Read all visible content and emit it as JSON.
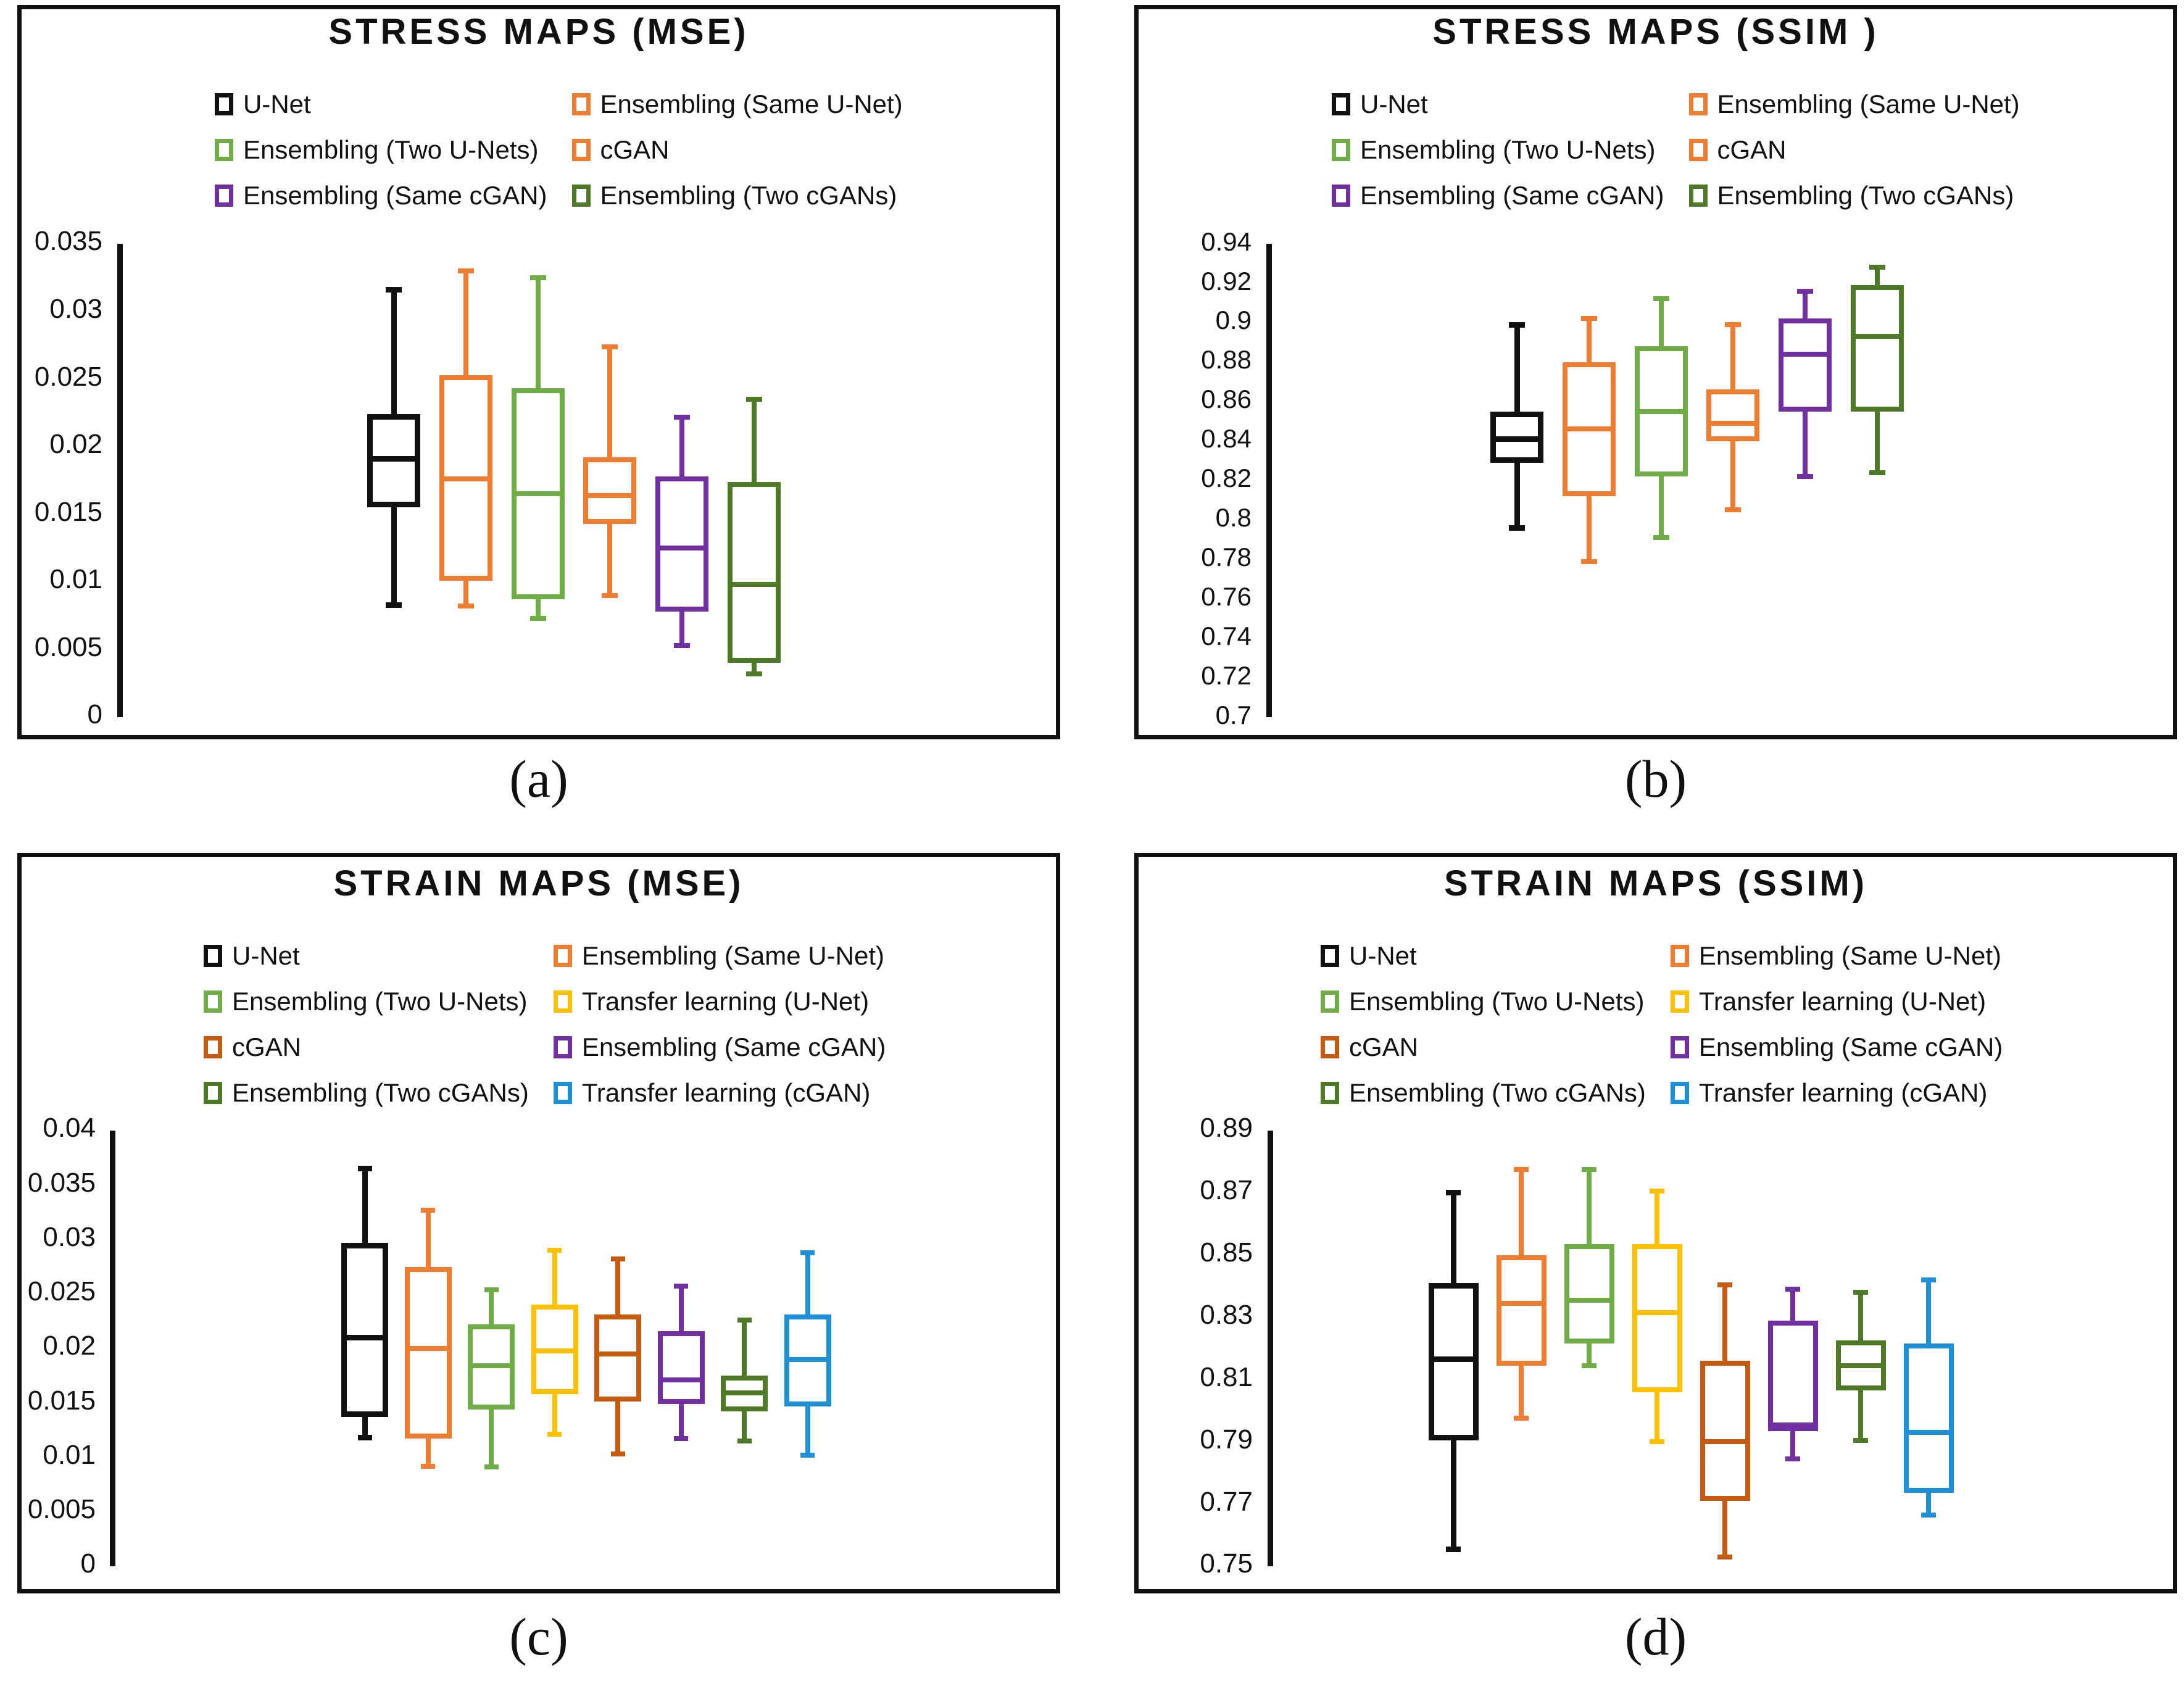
{
  "palette": {
    "black": "#111111",
    "orange_light": "#ED7D31",
    "green_light": "#70AD47",
    "orange_mid": "#ED7D31",
    "purple": "#7030A0",
    "green_dark": "#4E7A27",
    "orange_dark": "#C55A11",
    "yellow": "#FFC000",
    "blue": "#1F8FD8"
  },
  "panels": [
    {
      "id": "a",
      "caption": "(a)",
      "title": "STRESS MAPS (MSE)",
      "legend": [
        {
          "label": "U-Net",
          "color": "#111111"
        },
        {
          "label": "Ensembling (Same U-Net)",
          "color": "#ED7D31"
        },
        {
          "label": "Ensembling (Two U-Nets)",
          "color": "#70AD47"
        },
        {
          "label": "cGAN",
          "color": "#ED7D31"
        },
        {
          "label": "Ensembling (Same cGAN)",
          "color": "#7030A0"
        },
        {
          "label": "Ensembling (Two cGANs)",
          "color": "#4E7A27"
        }
      ],
      "chart_data": {
        "type": "box",
        "title": "STRESS MAPS (MSE)",
        "xlabel": "",
        "ylabel": "",
        "ylim": [
          0,
          0.035
        ],
        "grid": false,
        "legend_position": "top",
        "yticks": [
          "0.035",
          "0.03",
          "0.025",
          "0.02",
          "0.015",
          "0.01",
          "0.005",
          "0"
        ],
        "ytick_values": [
          0.035,
          0.03,
          0.025,
          0.02,
          0.015,
          0.01,
          0.005,
          0
        ],
        "categories": [
          "U-Net",
          "Ensembling (Same U-Net)",
          "Ensembling (Two U-Nets)",
          "cGAN",
          "Ensembling (Same cGAN)",
          "Ensembling (Two cGANs)"
        ],
        "boxes": [
          {
            "name": "U-Net",
            "color": "#111111",
            "min": 0.0083,
            "q1": 0.0155,
            "median": 0.0191,
            "q3": 0.0224,
            "max": 0.0316
          },
          {
            "name": "Ensembling (Same U-Net)",
            "color": "#ED7D31",
            "min": 0.0082,
            "q1": 0.0101,
            "median": 0.0176,
            "q3": 0.0253,
            "max": 0.033
          },
          {
            "name": "Ensembling (Two U-Nets)",
            "color": "#70AD47",
            "min": 0.0073,
            "q1": 0.0087,
            "median": 0.0165,
            "q3": 0.0243,
            "max": 0.0325
          },
          {
            "name": "cGAN",
            "color": "#ED7D31",
            "min": 0.009,
            "q1": 0.0143,
            "median": 0.0164,
            "q3": 0.0192,
            "max": 0.0274
          },
          {
            "name": "Ensembling (Same cGAN)",
            "color": "#7030A0",
            "min": 0.0053,
            "q1": 0.0078,
            "median": 0.0125,
            "q3": 0.0178,
            "max": 0.0222
          },
          {
            "name": "Ensembling (Two cGANs)",
            "color": "#4E7A27",
            "min": 0.0032,
            "q1": 0.004,
            "median": 0.0098,
            "q3": 0.0174,
            "max": 0.0235
          }
        ]
      }
    },
    {
      "id": "b",
      "caption": "(b)",
      "title": "STRESS MAPS (SSIM )",
      "legend": [
        {
          "label": "U-Net",
          "color": "#111111"
        },
        {
          "label": "Ensembling (Same U-Net)",
          "color": "#ED7D31"
        },
        {
          "label": "Ensembling (Two U-Nets)",
          "color": "#70AD47"
        },
        {
          "label": "cGAN",
          "color": "#ED7D31"
        },
        {
          "label": "Ensembling (Same cGAN)",
          "color": "#7030A0"
        },
        {
          "label": "Ensembling (Two cGANs)",
          "color": "#4E7A27"
        }
      ],
      "chart_data": {
        "type": "box",
        "title": "STRESS MAPS (SSIM )",
        "xlabel": "",
        "ylabel": "",
        "ylim": [
          0.7,
          0.94
        ],
        "grid": false,
        "legend_position": "top",
        "yticks": [
          "0.94",
          "0.92",
          "0.9",
          "0.88",
          "0.86",
          "0.84",
          "0.82",
          "0.8",
          "0.78",
          "0.76",
          "0.74",
          "0.72",
          "0.7"
        ],
        "ytick_values": [
          0.94,
          0.92,
          0.9,
          0.88,
          0.86,
          0.84,
          0.82,
          0.8,
          0.78,
          0.76,
          0.74,
          0.72,
          0.7
        ],
        "categories": [
          "U-Net",
          "Ensembling (Same U-Net)",
          "Ensembling (Two U-Nets)",
          "cGAN",
          "Ensembling (Same cGAN)",
          "Ensembling (Two cGANs)"
        ],
        "boxes": [
          {
            "name": "U-Net",
            "color": "#111111",
            "min": 0.796,
            "q1": 0.829,
            "median": 0.841,
            "q3": 0.855,
            "max": 0.899
          },
          {
            "name": "Ensembling (Same U-Net)",
            "color": "#ED7D31",
            "min": 0.779,
            "q1": 0.812,
            "median": 0.846,
            "q3": 0.88,
            "max": 0.902
          },
          {
            "name": "Ensembling (Two U-Nets)",
            "color": "#70AD47",
            "min": 0.791,
            "q1": 0.822,
            "median": 0.855,
            "q3": 0.888,
            "max": 0.912
          },
          {
            "name": "cGAN",
            "color": "#ED7D31",
            "min": 0.805,
            "q1": 0.84,
            "median": 0.849,
            "q3": 0.866,
            "max": 0.899
          },
          {
            "name": "Ensembling (Same cGAN)",
            "color": "#7030A0",
            "min": 0.822,
            "q1": 0.855,
            "median": 0.884,
            "q3": 0.902,
            "max": 0.916
          },
          {
            "name": "Ensembling (Two cGANs)",
            "color": "#4E7A27",
            "min": 0.824,
            "q1": 0.855,
            "median": 0.893,
            "q3": 0.919,
            "max": 0.928
          }
        ]
      }
    },
    {
      "id": "c",
      "caption": "(c)",
      "title": "STRAIN MAPS (MSE)",
      "legend": [
        {
          "label": "U-Net",
          "color": "#111111"
        },
        {
          "label": "Ensembling (Same U-Net)",
          "color": "#ED7D31"
        },
        {
          "label": "Ensembling (Two U-Nets)",
          "color": "#70AD47"
        },
        {
          "label": "Transfer learning (U-Net)",
          "color": "#FFC000"
        },
        {
          "label": "cGAN",
          "color": "#C55A11"
        },
        {
          "label": "Ensembling (Same cGAN)",
          "color": "#7030A0"
        },
        {
          "label": "Ensembling (Two cGANs)",
          "color": "#4E7A27"
        },
        {
          "label": "Transfer learning (cGAN)",
          "color": "#1F8FD8"
        }
      ],
      "chart_data": {
        "type": "box",
        "title": "STRAIN MAPS (MSE)",
        "xlabel": "",
        "ylabel": "",
        "ylim": [
          0,
          0.04
        ],
        "grid": false,
        "legend_position": "top",
        "yticks": [
          "0.04",
          "0.035",
          "0.03",
          "0.025",
          "0.02",
          "0.015",
          "0.01",
          "0.005",
          "0"
        ],
        "ytick_values": [
          0.04,
          0.035,
          0.03,
          0.025,
          0.02,
          0.015,
          0.01,
          0.005,
          0
        ],
        "categories": [
          "U-Net",
          "Ensembling (Same U-Net)",
          "Ensembling (Two U-Nets)",
          "Transfer learning (U-Net)",
          "cGAN",
          "Ensembling (Same cGAN)",
          "Ensembling (Two cGANs)",
          "Transfer learning (cGAN)"
        ],
        "boxes": [
          {
            "name": "U-Net",
            "color": "#111111",
            "min": 0.0118,
            "q1": 0.0137,
            "median": 0.021,
            "q3": 0.0297,
            "max": 0.0365
          },
          {
            "name": "Ensembling (Same U-Net)",
            "color": "#ED7D31",
            "min": 0.0092,
            "q1": 0.0117,
            "median": 0.02,
            "q3": 0.0275,
            "max": 0.0327
          },
          {
            "name": "Ensembling (Two U-Nets)",
            "color": "#70AD47",
            "min": 0.0091,
            "q1": 0.0144,
            "median": 0.0184,
            "q3": 0.0222,
            "max": 0.0254
          },
          {
            "name": "Transfer learning (U-Net)",
            "color": "#FFC000",
            "min": 0.0121,
            "q1": 0.0158,
            "median": 0.0198,
            "q3": 0.024,
            "max": 0.029
          },
          {
            "name": "cGAN",
            "color": "#C55A11",
            "min": 0.0103,
            "q1": 0.0151,
            "median": 0.0195,
            "q3": 0.0231,
            "max": 0.0282
          },
          {
            "name": "Ensembling (Same cGAN)",
            "color": "#7030A0",
            "min": 0.0117,
            "q1": 0.0149,
            "median": 0.0171,
            "q3": 0.0216,
            "max": 0.0257
          },
          {
            "name": "Ensembling (Two cGANs)",
            "color": "#4E7A27",
            "min": 0.0115,
            "q1": 0.0142,
            "median": 0.0159,
            "q3": 0.0175,
            "max": 0.0226
          },
          {
            "name": "Transfer learning (cGAN)",
            "color": "#1F8FD8",
            "min": 0.0102,
            "q1": 0.0147,
            "median": 0.019,
            "q3": 0.0231,
            "max": 0.0288
          }
        ]
      }
    },
    {
      "id": "d",
      "caption": "(d)",
      "title": "STRAIN MAPS (SSIM)",
      "legend": [
        {
          "label": "U-Net",
          "color": "#111111"
        },
        {
          "label": "Ensembling (Same U-Net)",
          "color": "#ED7D31"
        },
        {
          "label": "Ensembling (Two U-Nets)",
          "color": "#70AD47"
        },
        {
          "label": "Transfer learning (U-Net)",
          "color": "#FFC000"
        },
        {
          "label": "cGAN",
          "color": "#C55A11"
        },
        {
          "label": "Ensembling (Same cGAN)",
          "color": "#7030A0"
        },
        {
          "label": "Ensembling (Two cGANs)",
          "color": "#4E7A27"
        },
        {
          "label": "Transfer learning (cGAN)",
          "color": "#1F8FD8"
        }
      ],
      "chart_data": {
        "type": "box",
        "title": "STRAIN MAPS (SSIM)",
        "xlabel": "",
        "ylabel": "",
        "ylim": [
          0.75,
          0.89
        ],
        "grid": false,
        "legend_position": "top",
        "yticks": [
          "0.89",
          "0.87",
          "0.85",
          "0.83",
          "0.81",
          "0.79",
          "0.77",
          "0.75"
        ],
        "ytick_values": [
          0.89,
          0.87,
          0.85,
          0.83,
          0.81,
          0.79,
          0.77,
          0.75
        ],
        "categories": [
          "U-Net",
          "Ensembling (Same U-Net)",
          "Ensembling (Two U-Nets)",
          "Transfer learning (U-Net)",
          "cGAN",
          "Ensembling (Same cGAN)",
          "Ensembling (Two cGANs)",
          "Transfer learning (cGAN)"
        ],
        "boxes": [
          {
            "name": "U-Net",
            "color": "#111111",
            "min": 0.7555,
            "q1": 0.7905,
            "median": 0.8165,
            "q3": 0.841,
            "max": 0.87
          },
          {
            "name": "Ensembling (Same U-Net)",
            "color": "#ED7D31",
            "min": 0.7975,
            "q1": 0.8145,
            "median": 0.8345,
            "q3": 0.85,
            "max": 0.8775
          },
          {
            "name": "Ensembling (Two U-Nets)",
            "color": "#70AD47",
            "min": 0.8145,
            "q1": 0.8215,
            "median": 0.8355,
            "q3": 0.8535,
            "max": 0.8775
          },
          {
            "name": "Transfer learning (U-Net)",
            "color": "#FFC000",
            "min": 0.79,
            "q1": 0.806,
            "median": 0.8315,
            "q3": 0.8535,
            "max": 0.8705
          },
          {
            "name": "cGAN",
            "color": "#C55A11",
            "min": 0.753,
            "q1": 0.771,
            "median": 0.79,
            "q3": 0.816,
            "max": 0.8405
          },
          {
            "name": "Ensembling (Same cGAN)",
            "color": "#7030A0",
            "min": 0.7845,
            "q1": 0.7935,
            "median": 0.7955,
            "q3": 0.829,
            "max": 0.839
          },
          {
            "name": "Ensembling (Two cGANs)",
            "color": "#4E7A27",
            "min": 0.7905,
            "q1": 0.8065,
            "median": 0.8145,
            "q3": 0.8225,
            "max": 0.838
          },
          {
            "name": "Transfer learning (cGAN)",
            "color": "#1F8FD8",
            "min": 0.7665,
            "q1": 0.7735,
            "median": 0.793,
            "q3": 0.8215,
            "max": 0.842
          }
        ]
      }
    }
  ]
}
